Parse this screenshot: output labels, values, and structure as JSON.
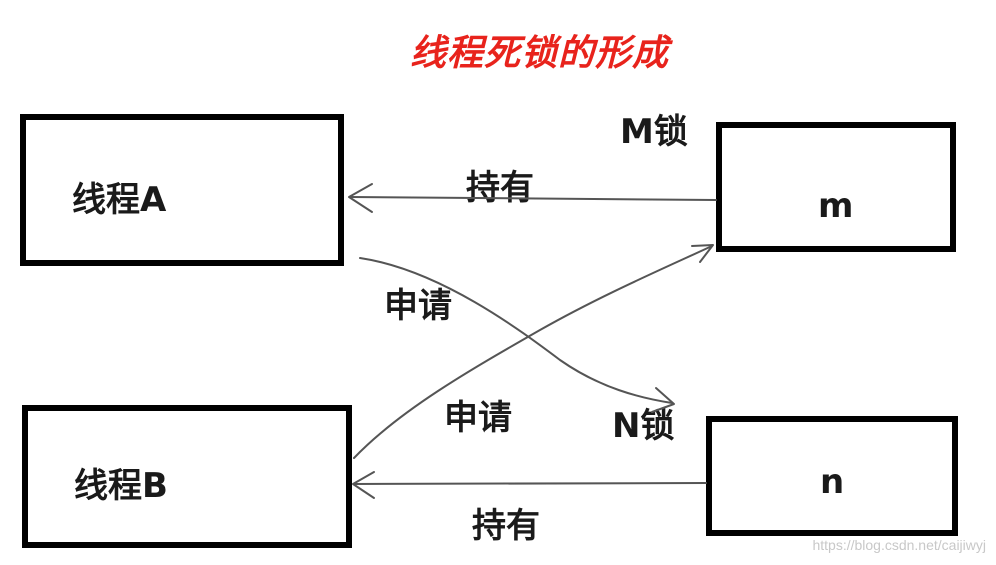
{
  "title": "线程死锁的形成",
  "nodes": {
    "thread_a": "线程A",
    "thread_b": "线程B",
    "lock_m": "m",
    "lock_n": "n"
  },
  "lock_labels": {
    "m": "M锁",
    "n": "N锁"
  },
  "edges": {
    "a_holds_m": "持有",
    "a_requests_n": "申请",
    "b_requests_m": "申请",
    "b_holds_n": "持有"
  },
  "watermark": "https://blog.csdn.net/caijiwyj",
  "colors": {
    "title": "#e8231c",
    "border": "#000000",
    "arrow": "#555555"
  }
}
